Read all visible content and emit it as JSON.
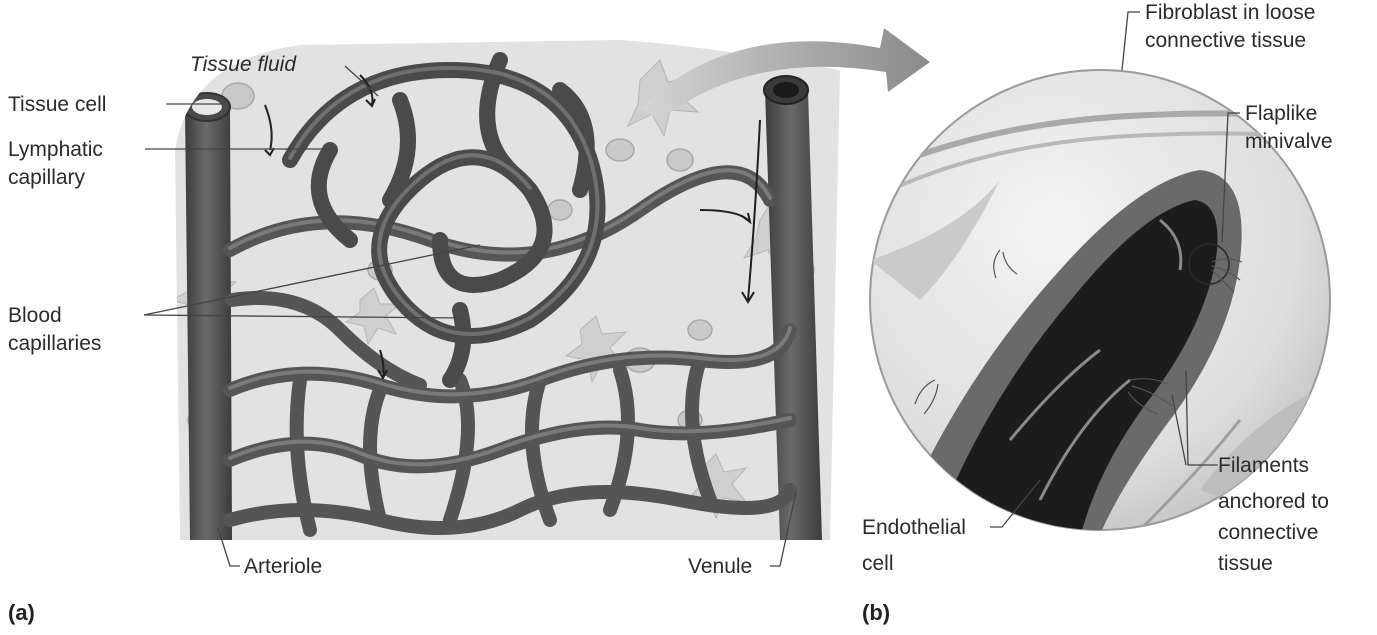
{
  "panel_a": {
    "panel_label": "(a)",
    "labels": {
      "tissue_fluid": "Tissue fluid",
      "tissue_cell": "Tissue cell",
      "lymphatic_capillary": [
        "Lymphatic",
        "capillary"
      ],
      "blood_capillaries": [
        "Blood",
        "capillaries"
      ],
      "arteriole": "Arteriole",
      "venule": "Venule"
    }
  },
  "panel_b": {
    "panel_label": "(b)",
    "labels": {
      "fibroblast": [
        "Fibroblast in loose",
        "connective tissue"
      ],
      "flaplike_minivalve": [
        "Flaplike",
        "minivalve"
      ],
      "endothelial_cell": [
        "Endothelial",
        "cell"
      ],
      "filaments": [
        "Filaments",
        "anchored to",
        "connective",
        "tissue"
      ]
    }
  },
  "colors": {
    "vessel": "#5a5a5a",
    "vessel_dark": "#3c3c3c",
    "tissue_bg": "#d9d9d9",
    "cell": "#bdbdbd",
    "zoom_arrow": "#8a8a8a",
    "lymph_lumen": "#1c1c1c",
    "leader": "#444444"
  }
}
